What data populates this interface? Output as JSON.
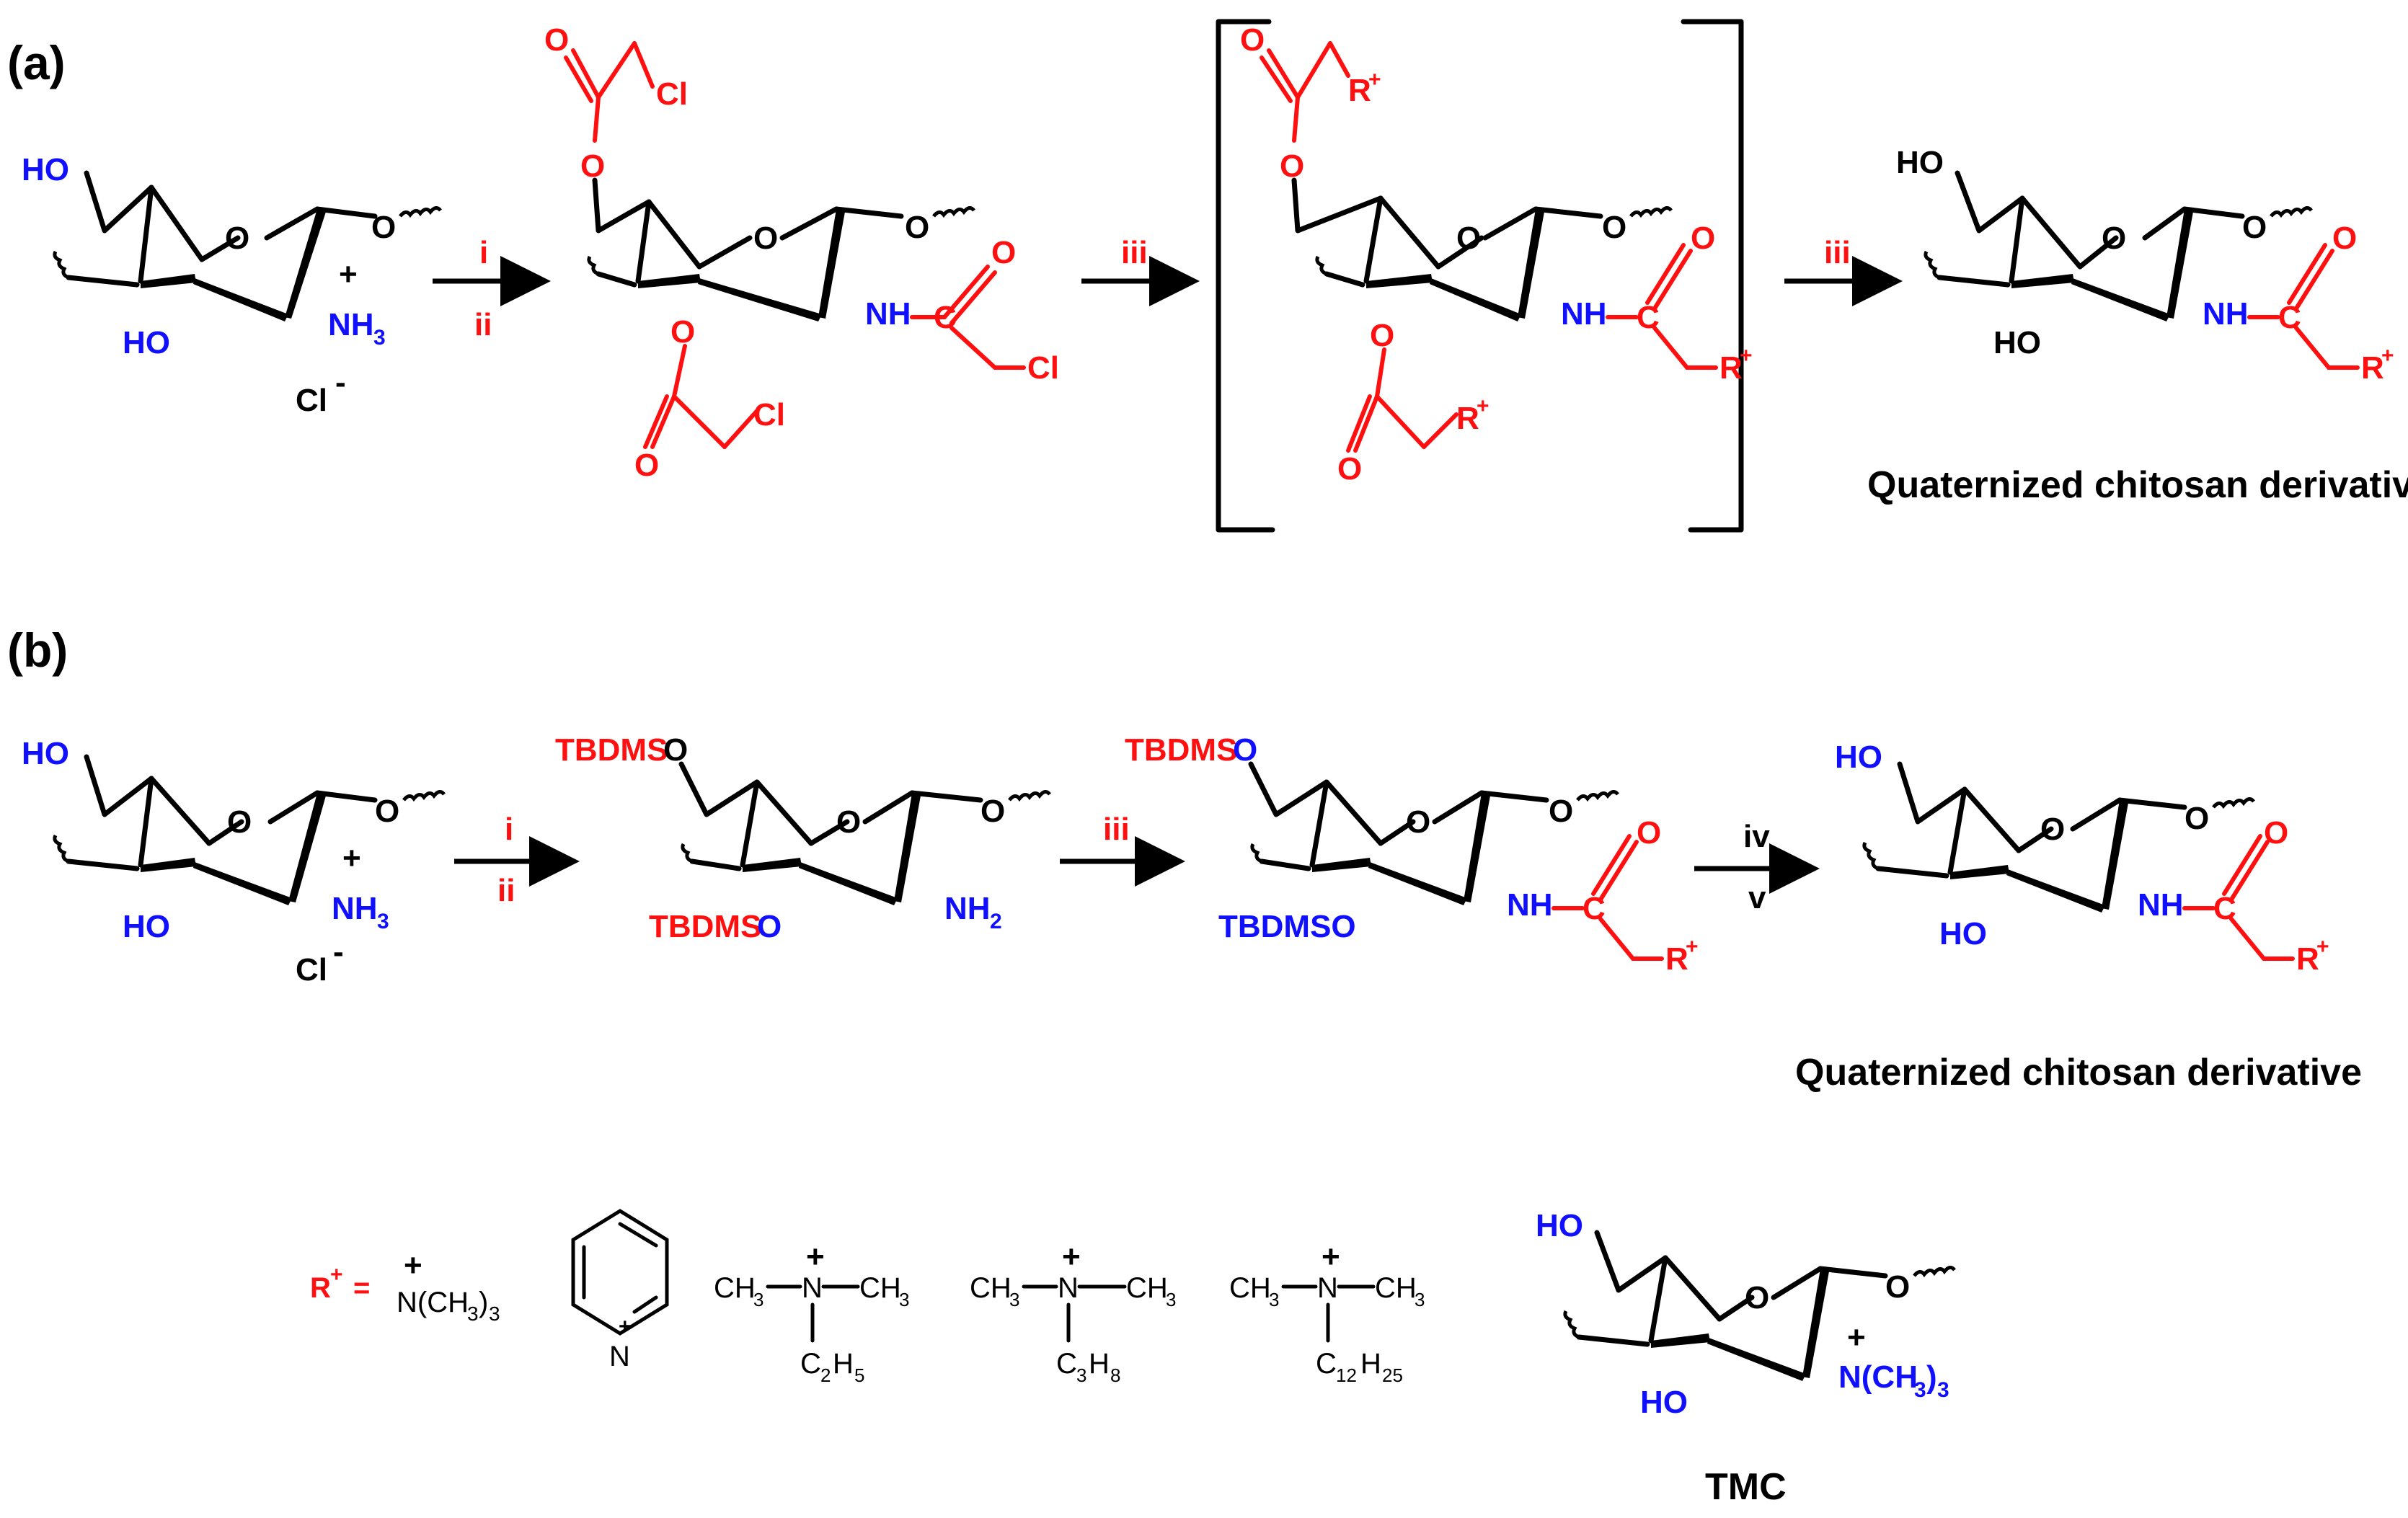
{
  "panels": {
    "a": "(a)",
    "b": "(b)"
  },
  "labels": {
    "ho": "HO",
    "o": "O",
    "nh3": "NH",
    "nh3_sub": "3",
    "plus": "+",
    "cl": "Cl",
    "minus": "-",
    "cl_plain": "Cl",
    "nh": "NH",
    "nh2": "NH",
    "nh2_sub": "2",
    "r_plus": "R",
    "r_sup": "+",
    "tbdms": "TBDMS",
    "tbdmso": "TBDMSO",
    "c": "C"
  },
  "reagents": {
    "a_step1_top": "i",
    "a_step1_bottom": "ii",
    "a_step2": "iii",
    "a_step3": "iii",
    "b_step1_top": "i",
    "b_step1_bottom": "ii",
    "b_step2": "iii",
    "b_step3_top": "iv",
    "b_step3_bottom": "v"
  },
  "products": {
    "a_title": "Quaternized chitosan derivative",
    "b_title": "Quaternized chitosan derivative"
  },
  "r_groups": {
    "lead": "R",
    "lead_sup": "+",
    "equals": "=",
    "g1": "N(CH",
    "g1_sub": "3",
    "g1_close": ")",
    "g1_sub2": "3",
    "pyridine_n": "N",
    "ch3": "CH",
    "ch3_sub": "3",
    "n": "N",
    "c2h5_c": "C",
    "c2h5_sub1": "2",
    "c2h5_h": "H",
    "c2h5_sub2": "5",
    "c3h8_c": "C",
    "c3h8_sub1": "3",
    "c3h8_h": "H",
    "c3h8_sub2": "8",
    "c12h25_c": "C",
    "c12h25_sub1": "12",
    "c12h25_h": "H",
    "c12h25_sub2": "25"
  },
  "tmc": {
    "title": "TMC",
    "n_group": "N(CH",
    "n_sub": "3",
    "n_close": ")",
    "n_sub2": "3"
  },
  "colors": {
    "black": "#000000",
    "blue": "#1010ff",
    "red": "#ff1010"
  }
}
